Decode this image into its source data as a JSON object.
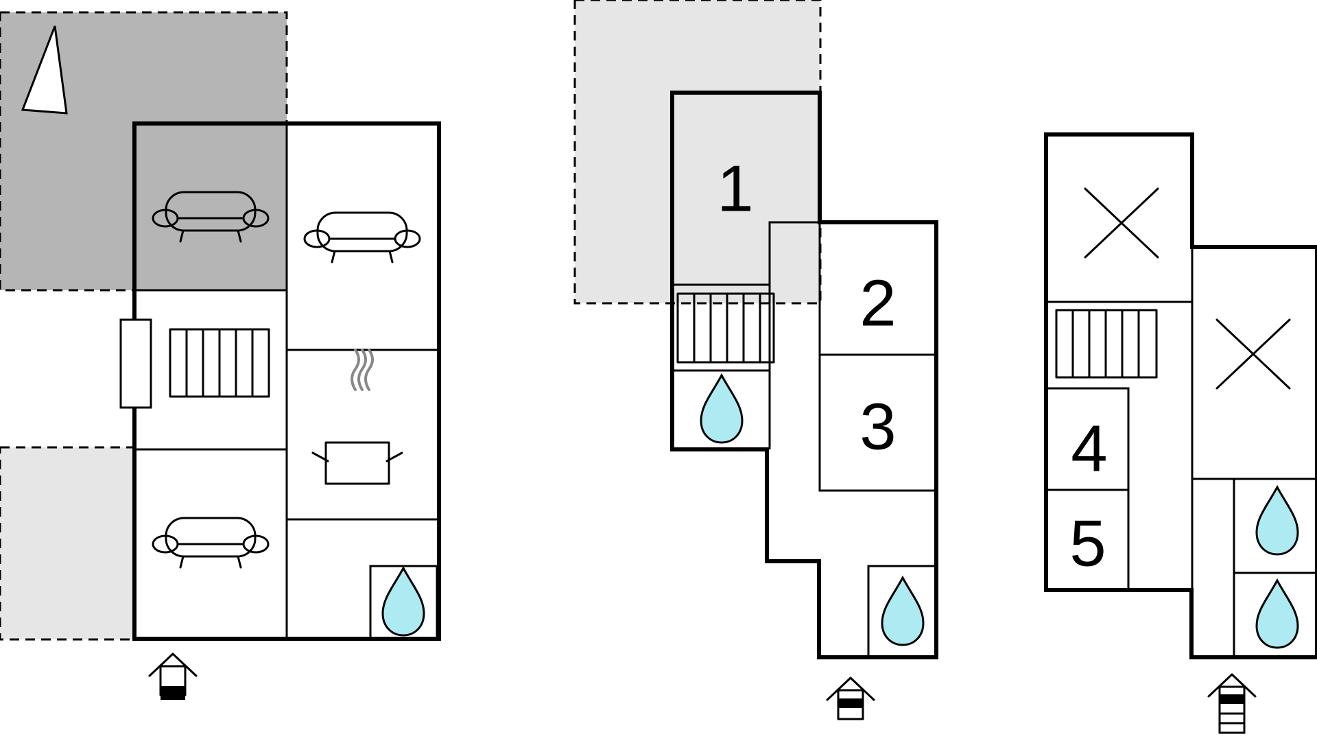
{
  "colors": {
    "outdoor_dark": "#b5b5b5",
    "outdoor_light": "#e6e6e6",
    "water": "#aeeaf2",
    "wall": "#000000",
    "background": "#ffffff",
    "steam": "#888888"
  },
  "floors": [
    {
      "name": "ground-floor",
      "rooms": [
        "living-room",
        "living-room",
        "living-room",
        "kitchen",
        "bathroom",
        "staircase"
      ],
      "icons": [
        "north-arrow-icon",
        "sofa-icon",
        "sofa-icon",
        "sofa-icon",
        "staircase-icon",
        "cooking-pot-icon",
        "water-drop-icon",
        "entrance-icon"
      ]
    },
    {
      "name": "first-floor",
      "rooms": [
        {
          "id": "bedroom-1",
          "label": "1"
        },
        {
          "id": "bedroom-2",
          "label": "2"
        },
        {
          "id": "bedroom-3",
          "label": "3"
        }
      ],
      "icons": [
        "staircase-icon",
        "water-drop-icon",
        "water-drop-icon",
        "entrance-icon"
      ]
    },
    {
      "name": "second-floor",
      "rooms": [
        {
          "id": "bedroom-4",
          "label": "4"
        },
        {
          "id": "bedroom-5",
          "label": "5"
        }
      ],
      "icons": [
        "cross-icon",
        "cross-icon",
        "staircase-icon",
        "water-drop-icon",
        "water-drop-icon",
        "entrance-icon"
      ]
    }
  ],
  "labels": {
    "room1": "1",
    "room2": "2",
    "room3": "3",
    "room4": "4",
    "room5": "5"
  }
}
